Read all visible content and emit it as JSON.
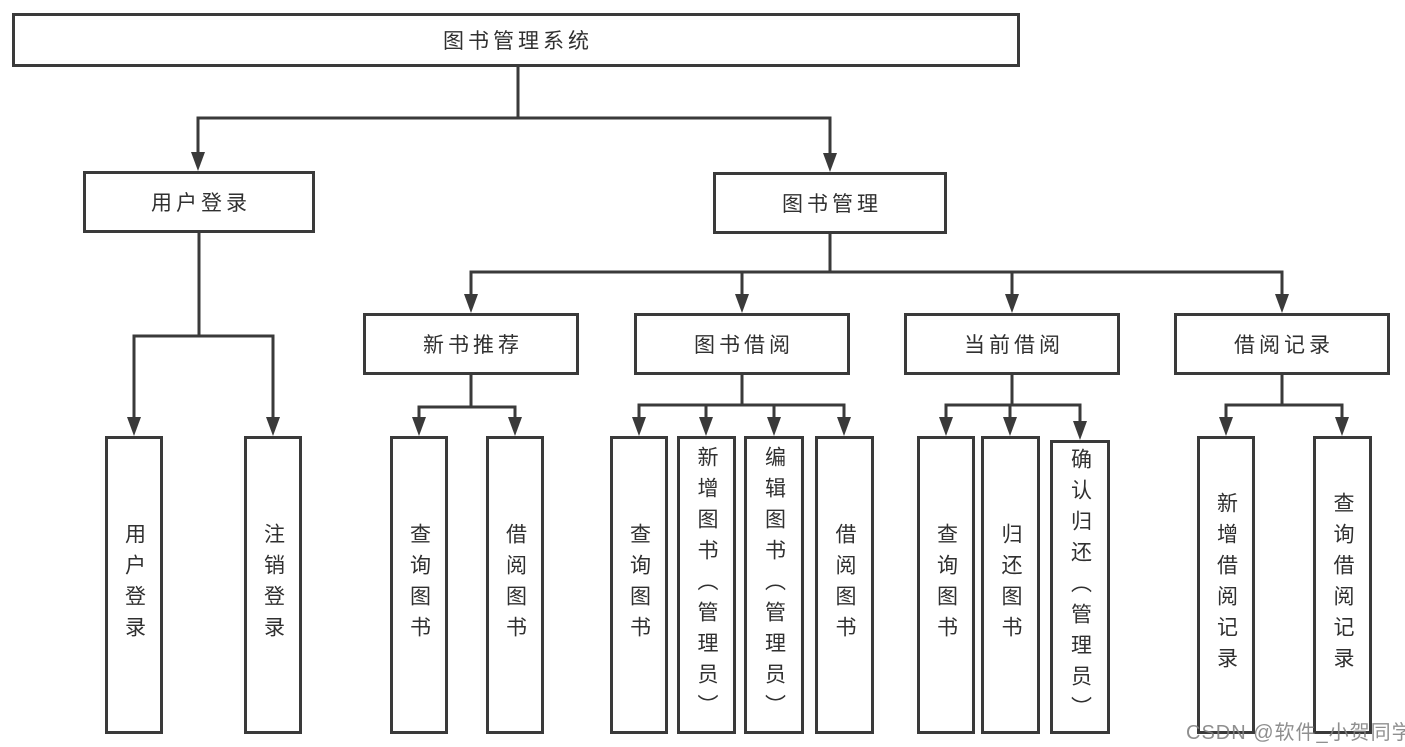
{
  "diagram_type": "hierarchy-tree",
  "tree": {
    "label": "图书管理系统",
    "children": [
      {
        "label": "用户登录",
        "children": [
          {
            "label": "用户登录"
          },
          {
            "label": "注销登录"
          }
        ]
      },
      {
        "label": "图书管理",
        "children": [
          {
            "label": "新书推荐",
            "children": [
              {
                "label": "查询图书"
              },
              {
                "label": "借阅图书"
              }
            ]
          },
          {
            "label": "图书借阅",
            "children": [
              {
                "label": "查询图书"
              },
              {
                "label": "新增图书（管理员）"
              },
              {
                "label": "编辑图书（管理员）"
              },
              {
                "label": "借阅图书"
              }
            ]
          },
          {
            "label": "当前借阅",
            "children": [
              {
                "label": "查询图书"
              },
              {
                "label": "归还图书"
              },
              {
                "label": "确认归还（管理员）"
              }
            ]
          },
          {
            "label": "借阅记录",
            "children": [
              {
                "label": "新增借阅记录"
              },
              {
                "label": "查询借阅记录"
              }
            ]
          }
        ]
      }
    ]
  },
  "watermark": "CSDN @软件_小贺同学",
  "colors": {
    "line": "#3a3a3a",
    "box_border": "#3a3a3a",
    "text": "#303030",
    "watermark": "#808080",
    "background": "#ffffff"
  }
}
